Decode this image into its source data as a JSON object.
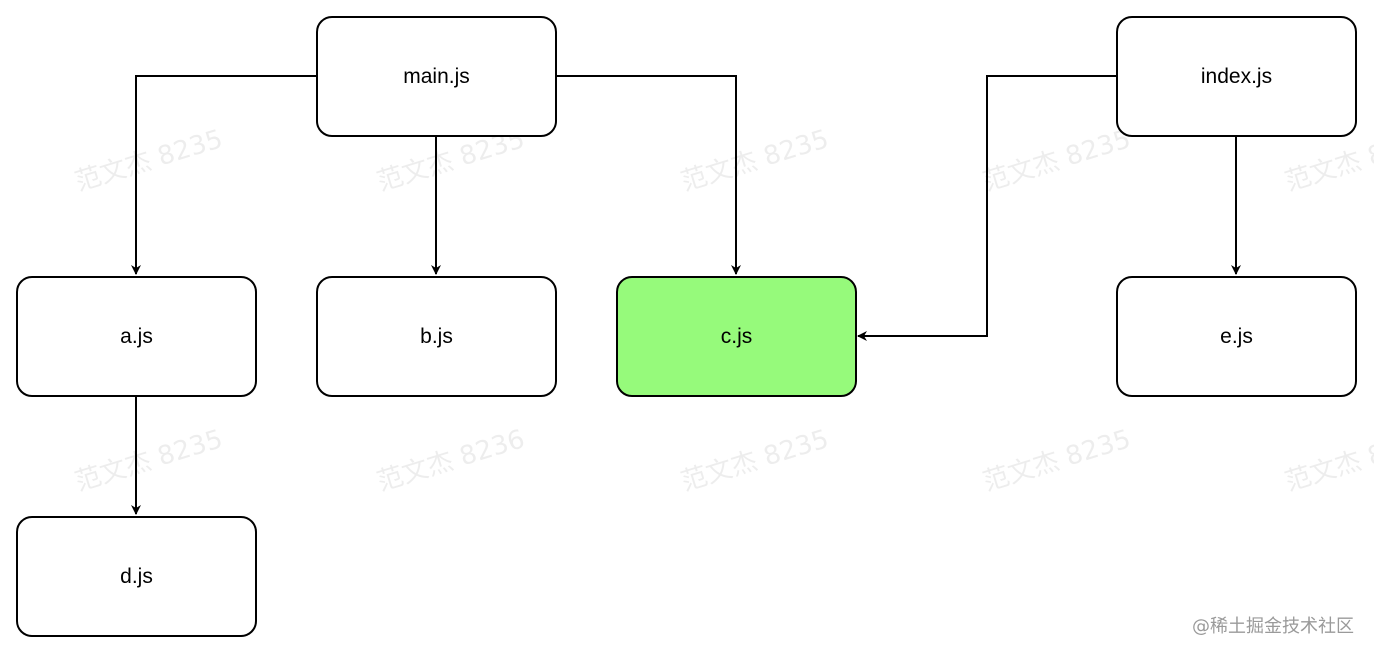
{
  "diagram": {
    "nodes": [
      {
        "id": "main",
        "label": "main.js",
        "highlighted": false
      },
      {
        "id": "index",
        "label": "index.js",
        "highlighted": false
      },
      {
        "id": "a",
        "label": "a.js",
        "highlighted": false
      },
      {
        "id": "b",
        "label": "b.js",
        "highlighted": false
      },
      {
        "id": "c",
        "label": "c.js",
        "highlighted": true
      },
      {
        "id": "e",
        "label": "e.js",
        "highlighted": false
      },
      {
        "id": "d",
        "label": "d.js",
        "highlighted": false
      }
    ],
    "edges": [
      {
        "from": "main",
        "to": "a"
      },
      {
        "from": "main",
        "to": "b"
      },
      {
        "from": "main",
        "to": "c"
      },
      {
        "from": "index",
        "to": "c"
      },
      {
        "from": "index",
        "to": "e"
      },
      {
        "from": "a",
        "to": "d"
      }
    ],
    "colors": {
      "highlight": "#96fa7b",
      "stroke": "#000000",
      "node_fill": "#ffffff"
    }
  },
  "watermark": {
    "text": "范文杰 8235",
    "text_alt": "范文杰 8236"
  },
  "credit": {
    "text": "@稀土掘金技术社区"
  }
}
